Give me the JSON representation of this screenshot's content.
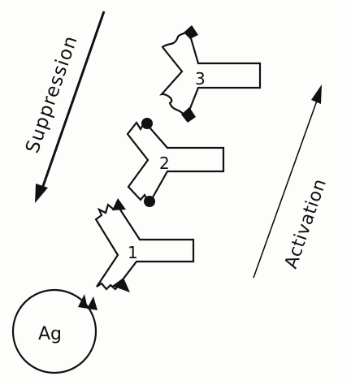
{
  "labels": {
    "suppression": "Suppression",
    "activation": "Activation",
    "antigen": "Ag",
    "antibody_1": "1",
    "antibody_2": "2",
    "antibody_3": "3"
  },
  "colors": {
    "ink": "#111111",
    "background": "#fdfdfb"
  }
}
